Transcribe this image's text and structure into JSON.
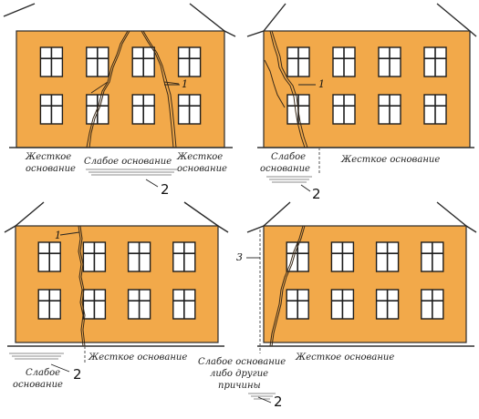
{
  "colors": {
    "facade": "#f2a94a",
    "window": "#ffffff",
    "line": "#1d1d1d"
  },
  "panel1": {
    "left_label": [
      "Жесткое",
      "основание"
    ],
    "center_label": "Слабое основание",
    "right_label": [
      "Жесткое",
      "основание"
    ],
    "crack_marker": "1",
    "base_marker": "2"
  },
  "panel2": {
    "weak_label": [
      "Слабое",
      "основание"
    ],
    "rigid_label": "Жесткое основание",
    "crack_marker": "1",
    "base_marker": "2"
  },
  "panel3": {
    "weak_label": [
      "Слабое",
      "основание"
    ],
    "rigid_label": "Жесткое основание",
    "crack_marker": "1",
    "base_marker": "2"
  },
  "panel4": {
    "weak_label": [
      "Слабое основание",
      "либо другие",
      "причины"
    ],
    "rigid_label": "Жесткое основание",
    "side_marker": "3",
    "base_marker": "2"
  }
}
